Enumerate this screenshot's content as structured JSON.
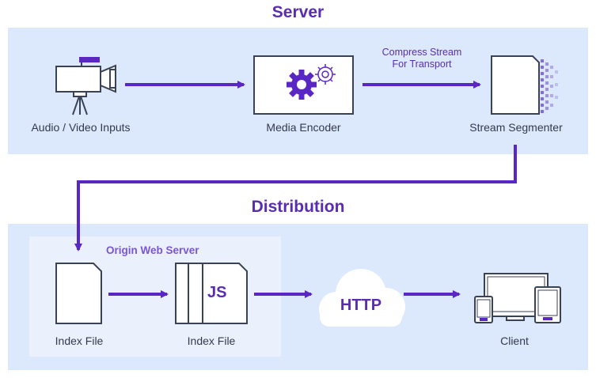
{
  "sections": {
    "server_title": "Server",
    "distribution_title": "Distribution"
  },
  "nodes": {
    "inputs_label": "Audio / Video Inputs",
    "encoder_label": "Media Encoder",
    "segmenter_label": "Stream Segmenter",
    "origin_title": "Origin Web Server",
    "index_file_label_1": "Index File",
    "index_file_label_2": "Index File",
    "js_text": "JS",
    "http_text": "HTTP",
    "client_label": "Client"
  },
  "annotations": {
    "compress_line1": "Compress Stream",
    "compress_line2": "For Transport"
  },
  "colors": {
    "accent": "#5a2db0",
    "arrow": "#5b27c4",
    "panel": "#dce8fb",
    "origin_panel": "#eaf1fd",
    "cloud": "#ffffff",
    "text": "#333a4d"
  },
  "icons": [
    "video-camera-icon",
    "gear-icon",
    "document-icon",
    "js-file-icon",
    "cloud-icon",
    "devices-icon"
  ]
}
